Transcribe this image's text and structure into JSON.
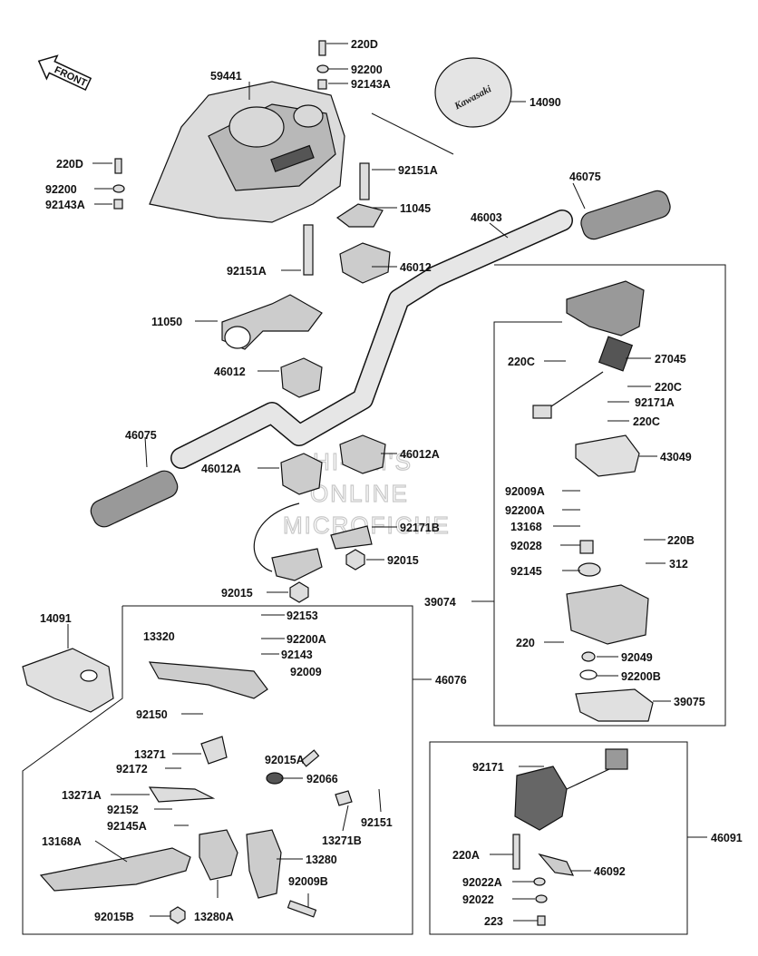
{
  "front_label": "FRONT",
  "cover_logo": "Kawasaki",
  "watermark": [
    "HI-SM'S",
    "ONLINE",
    "MICROFICHE"
  ],
  "parts": {
    "p_220D_top": "220D",
    "p_92200_top": "92200",
    "p_92143A_top": "92143A",
    "p_59441": "59441",
    "p_14090": "14090",
    "p_220D_left": "220D",
    "p_92200_left": "92200",
    "p_92143A_left": "92143A",
    "p_92151A_a": "92151A",
    "p_46075_right": "46075",
    "p_46003": "46003",
    "p_11045": "11045",
    "p_46012_a": "46012",
    "p_92151A_b": "92151A",
    "p_11050": "11050",
    "p_46012_b": "46012",
    "p_27045": "27045",
    "p_220C_a": "220C",
    "p_220C_b": "220C",
    "p_92171A": "92171A",
    "p_220C_c": "220C",
    "p_46075_left": "46075",
    "p_46012A_a": "46012A",
    "p_46012A_b": "46012A",
    "p_43049": "43049",
    "p_92171B": "92171B",
    "p_92009A": "92009A",
    "p_92200A_r": "92200A",
    "p_13168": "13168",
    "p_92028": "92028",
    "p_220B": "220B",
    "p_92145": "92145",
    "p_312": "312",
    "p_92015_a": "92015",
    "p_92015_b": "92015",
    "p_39074": "39074",
    "p_14091": "14091",
    "p_92153": "92153",
    "p_92200A_l": "92200A",
    "p_13320": "13320",
    "p_92143": "92143",
    "p_92009": "92009",
    "p_46076": "46076",
    "p_220": "220",
    "p_92049": "92049",
    "p_92200B": "92200B",
    "p_39075": "39075",
    "p_92150": "92150",
    "p_13271": "13271",
    "p_92015A": "92015A",
    "p_92172": "92172",
    "p_92066": "92066",
    "p_13271A": "13271A",
    "p_92152": "92152",
    "p_92151": "92151",
    "p_92145A": "92145A",
    "p_13271B": "13271B",
    "p_13168A": "13168A",
    "p_13280": "13280",
    "p_92009B": "92009B",
    "p_92015B": "92015B",
    "p_13280A": "13280A",
    "p_92171": "92171",
    "p_46091": "46091",
    "p_220A": "220A",
    "p_46092": "46092",
    "p_92022A": "92022A",
    "p_92022": "92022",
    "p_223": "223"
  }
}
